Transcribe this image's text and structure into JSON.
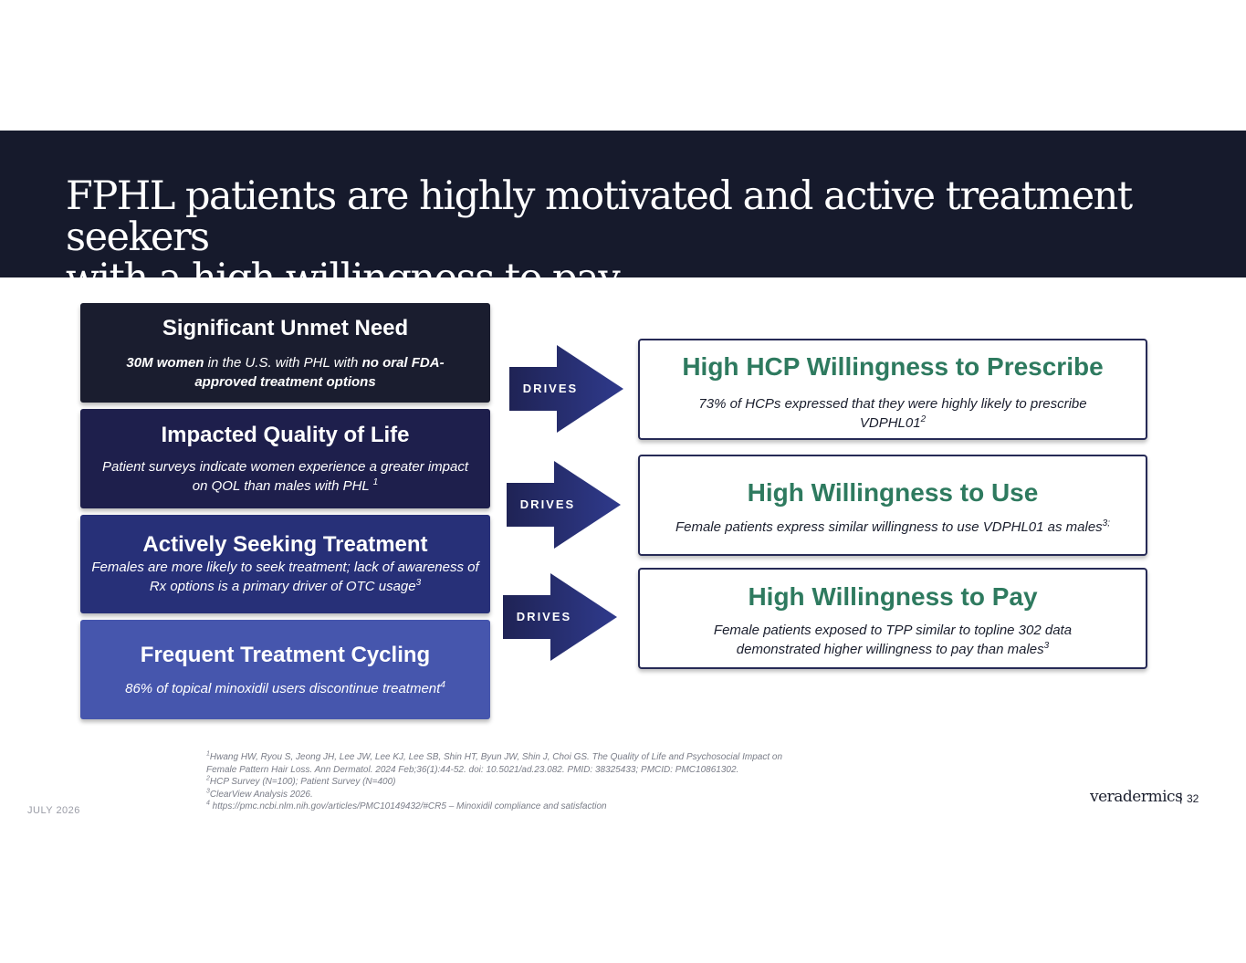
{
  "header": {
    "title_line1": "FPHL patients are highly motivated and active treatment seekers",
    "title_line2": "with a high willingness to pay"
  },
  "drivers": [
    {
      "title": "Significant Unmet Need",
      "desc_bold1": "30M women",
      "desc_text1": " in the U.S. with PHL with ",
      "desc_bold2": "no oral FDA-approved treatment options",
      "color": "#1a1d2f"
    },
    {
      "title": "Impacted Quality of Life",
      "desc": "Patient surveys indicate women experience a greater impact on QOL than males with PHL ",
      "ref": "1",
      "color": "#1e1f4c"
    },
    {
      "title": "Actively Seeking Treatment",
      "desc": "Females are more likely to seek treatment; lack of awareness of Rx options is a primary driver of OTC usage",
      "ref": "3",
      "color": "#273078"
    },
    {
      "title": "Frequent Treatment Cycling",
      "desc": "86% of topical minoxidil users discontinue treatment",
      "ref": "4",
      "color": "#4656ad"
    }
  ],
  "arrows": [
    {
      "label": "DRIVES"
    },
    {
      "label": "DRIVES"
    },
    {
      "label": "DRIVES"
    }
  ],
  "outcomes": [
    {
      "title": "High HCP Willingness to Prescribe",
      "desc": "73% of HCPs expressed that they were highly likely to prescribe VDPHL01",
      "ref": "2"
    },
    {
      "title": "High Willingness to Use",
      "desc": "Female patients express similar willingness to use VDPHL01 as males",
      "ref": "3;"
    },
    {
      "title": "High Willingness to Pay",
      "desc": "Female patients exposed to TPP similar to topline 302 data demonstrated higher willingness to pay than males",
      "ref": "3"
    }
  ],
  "footnotes": [
    {
      "num": "1",
      "text": "Hwang HW, Ryou S, Jeong JH, Lee JW, Lee KJ, Lee SB, Shin HT, Byun JW, Shin J, Choi GS. The Quality of Life and Psychosocial Impact on"
    },
    {
      "num": "",
      "text": "Female Pattern Hair Loss. Ann Dermatol. 2024 Feb;36(1):44-52. doi: 10.5021/ad.23.082. PMID: 38325433; PMCID: PMC10861302."
    },
    {
      "num": "2",
      "text": "HCP Survey (N=100); Patient Survey (N=400)"
    },
    {
      "num": "3",
      "text": "ClearView Analysis 2026."
    },
    {
      "num": "4",
      "text": " https://pmc.ncbi.nlm.nih.gov/articles/PMC10149432/#CR5 – Minoxidil compliance and satisfaction"
    }
  ],
  "footer": {
    "date": "JULY 2026",
    "brand": "veradermics",
    "separator": "|",
    "page": "32"
  },
  "colors": {
    "header_band": "#161a2c",
    "outcome_title": "#2e7a5f",
    "outcome_border": "#262a56"
  }
}
